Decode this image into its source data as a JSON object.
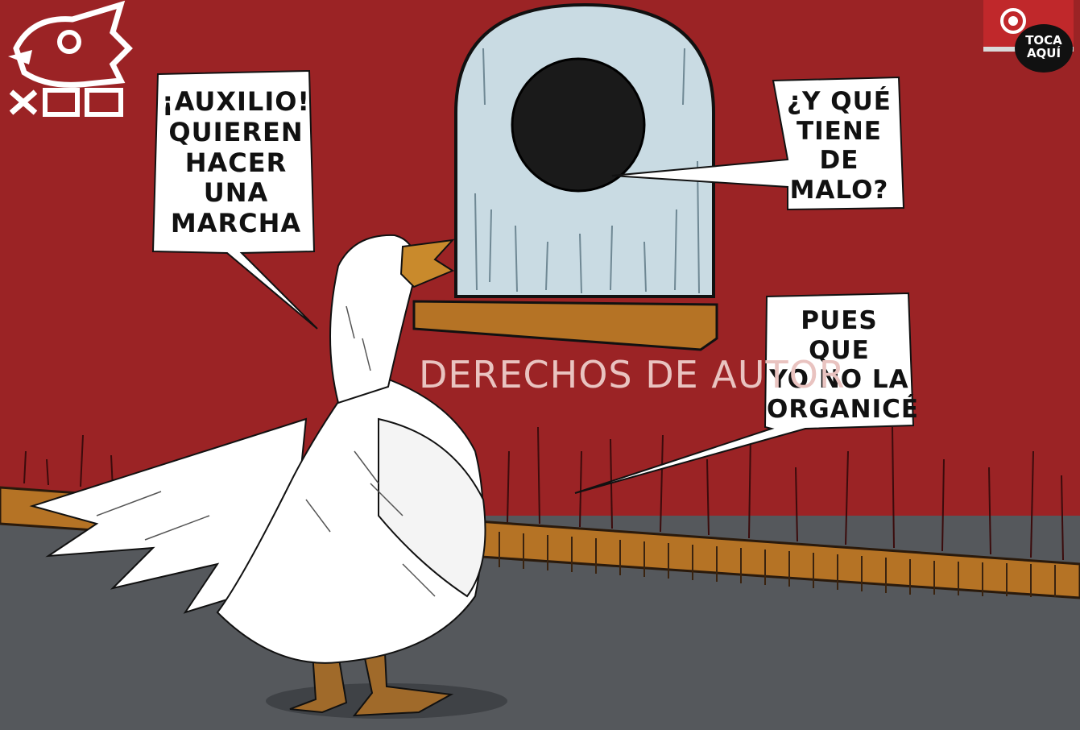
{
  "bubbles": {
    "goose": [
      "¡AUXILIO!",
      "QUIEREN",
      "HACER",
      "UNA MARCHA"
    ],
    "window_reply": [
      "¿Y QUÉ",
      "TIENE DE",
      "MALO?"
    ],
    "wall_reply": [
      "PUES QUE",
      "YO NO LA",
      "ORGANICÉ"
    ]
  },
  "wall_label": "DERECHOS DE AUTOR",
  "badge": {
    "line1": "TOCA",
    "line2": "AQUÍ"
  },
  "colors": {
    "wall": "#9b2325",
    "floor": "#55585c",
    "baseboard": "#b57325",
    "window": "#c9dbe3",
    "bubble": "#ffffff",
    "label": "#e9c3c0",
    "badge": "#c0282b"
  },
  "icons": {
    "badge": "touch-hand-icon",
    "signature": "aztec-glyph-icon"
  }
}
